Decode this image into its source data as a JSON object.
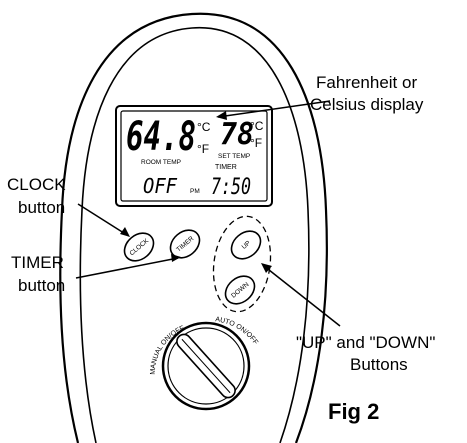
{
  "display": {
    "room_temp_value": "64.8",
    "room_temp_unit_c": "°C",
    "room_temp_unit_f": "°F",
    "set_temp_value": "78",
    "set_temp_unit_c": "°C",
    "set_temp_unit_f": "°F",
    "room_temp_label": "ROOM TEMP",
    "set_temp_label": "SET TEMP",
    "timer_label": "TIMER",
    "timer_state": "OFF",
    "pm_label": "PM",
    "clock_value": "7:50"
  },
  "buttons": {
    "clock": "CLOCK",
    "timer": "TIMER",
    "up": "UP",
    "down": "DOWN"
  },
  "dial": {
    "manual_label": "MANUAL ON/OFF",
    "auto_label": "AUTO ON/OFF"
  },
  "callouts": {
    "display_line1": "Fahrenheit or",
    "display_line2": "Celsius display",
    "clock_line1": "CLOCK",
    "clock_line2": "button",
    "timer_line1": "TIMER",
    "timer_line2": "button",
    "updown_line1": "\"UP\" and \"DOWN\"",
    "updown_line2": "Buttons"
  },
  "figure_label": "Fig 2"
}
